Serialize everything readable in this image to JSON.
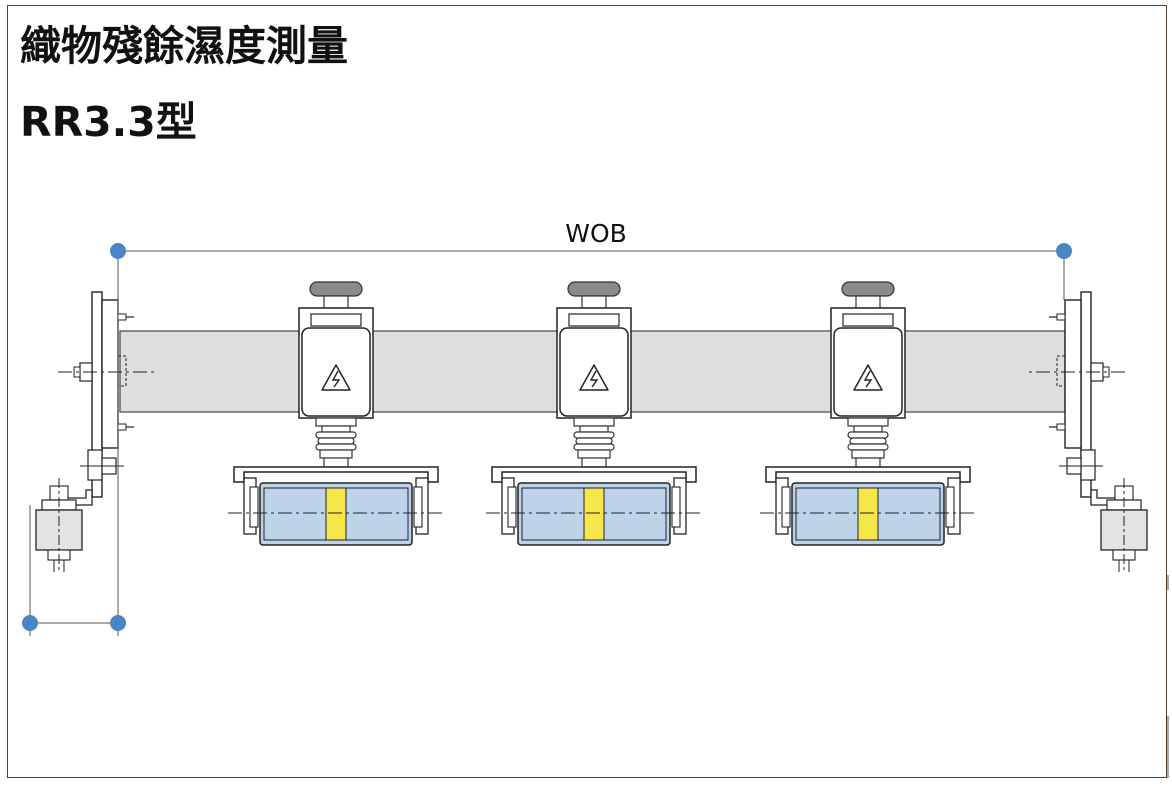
{
  "title": {
    "line1": "織物殘餘濕度測量",
    "line2": "RR3.3型"
  },
  "dimension": {
    "width_label": "WOB"
  },
  "colors": {
    "frame": "#5a3e2b",
    "beam": "#dedede",
    "roller": "#bcd3ea",
    "stripe": "#f5e64a",
    "dimension_point": "#4a86c5",
    "knob": "#8a8a8a"
  },
  "icons": {
    "warning": "high-voltage-warning-icon"
  }
}
